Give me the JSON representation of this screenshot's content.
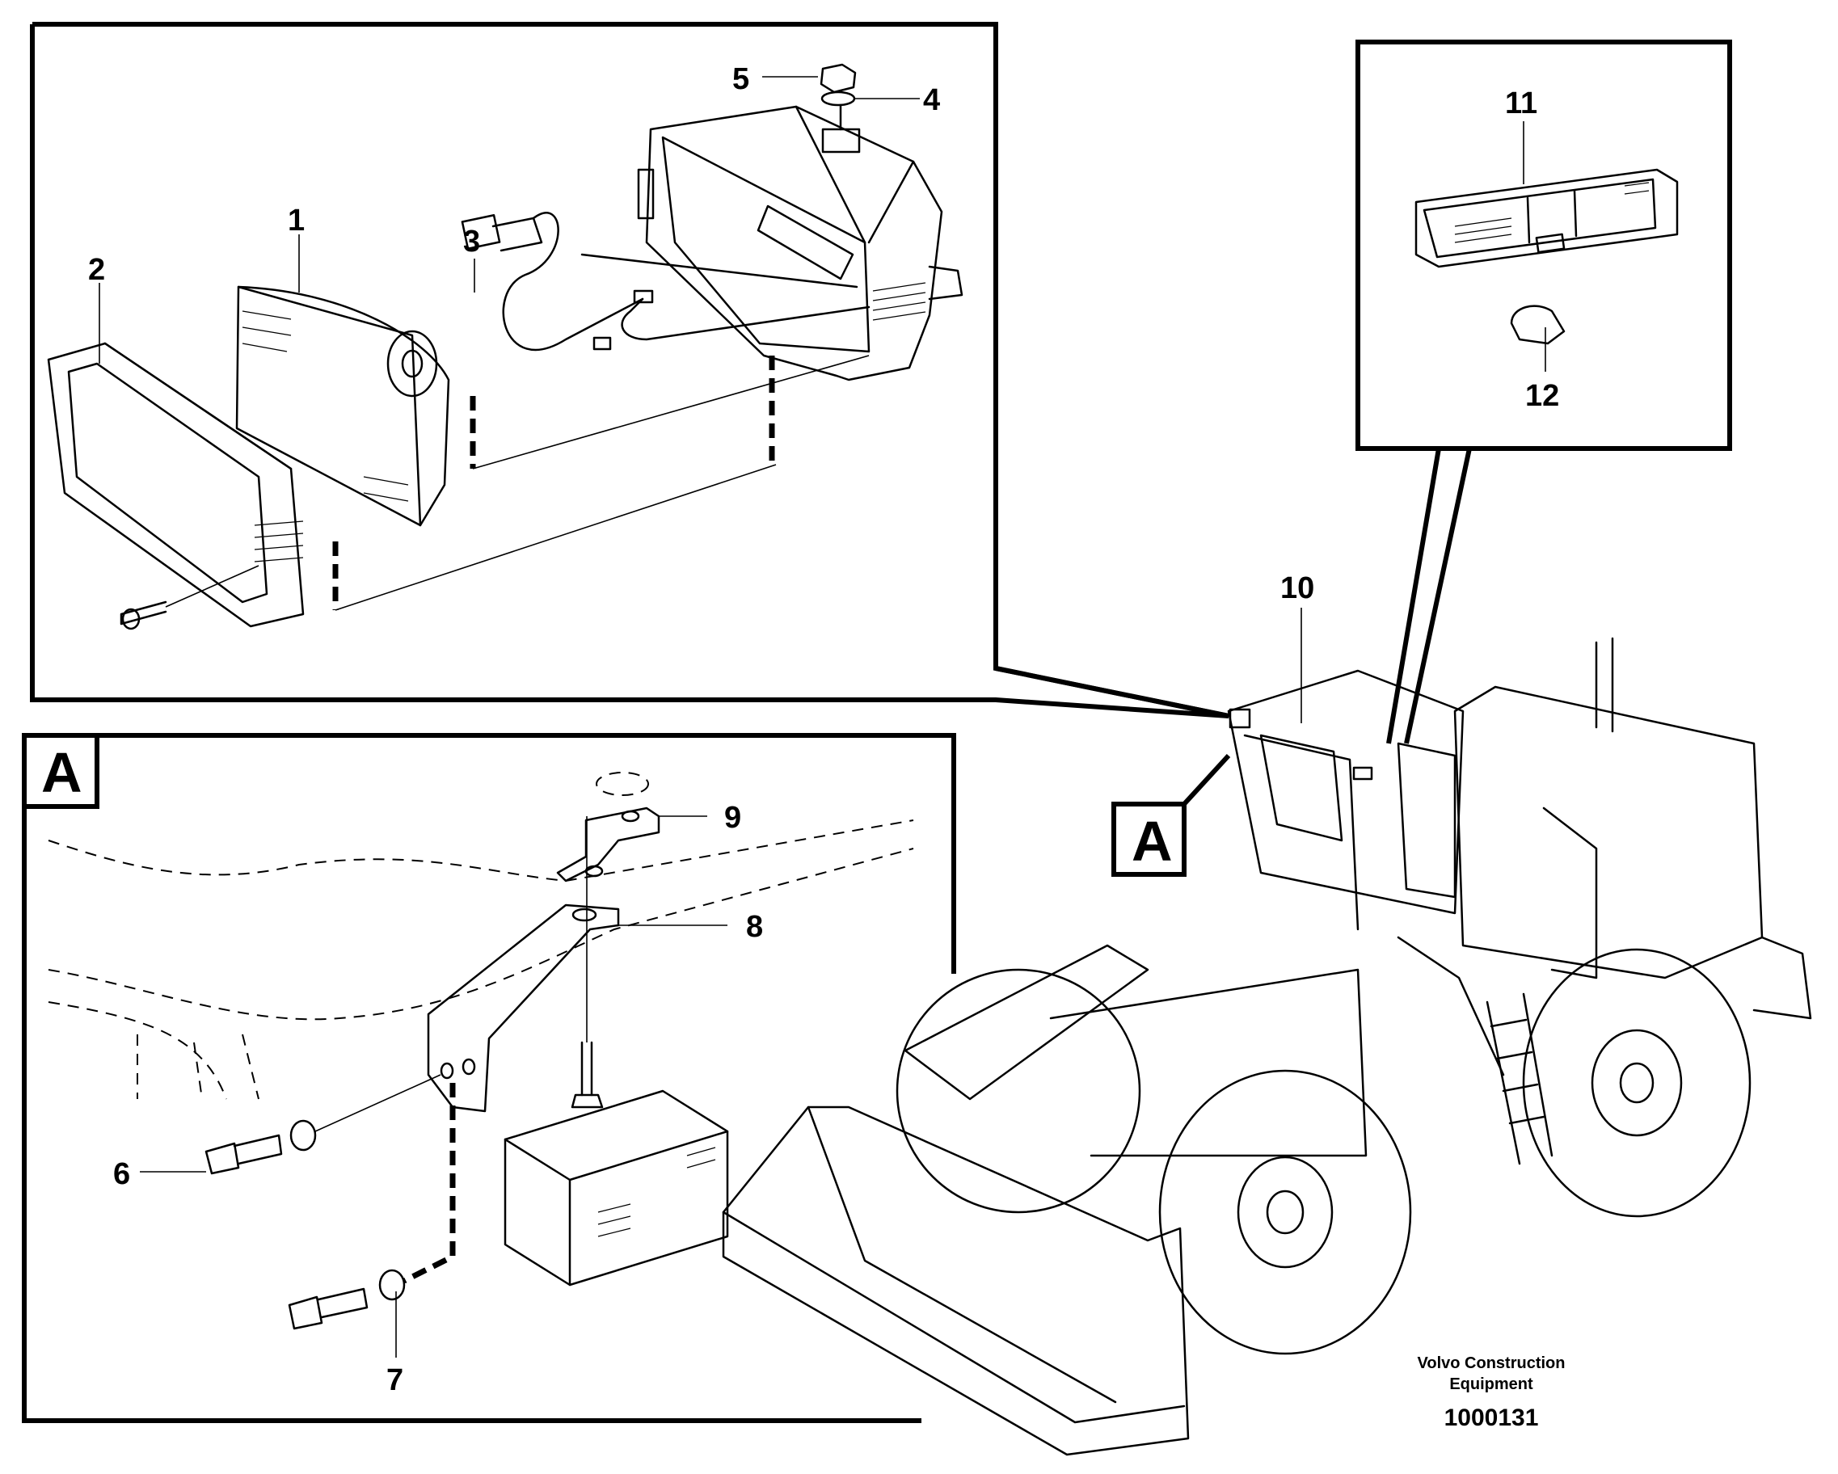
{
  "callouts": [
    "1",
    "2",
    "3",
    "4",
    "5",
    "6",
    "7",
    "8",
    "9",
    "10",
    "11",
    "12"
  ],
  "section_label": "A",
  "credit": {
    "line1": "Volvo Construction",
    "line2": "Equipment"
  },
  "drawing_number": "1000131"
}
